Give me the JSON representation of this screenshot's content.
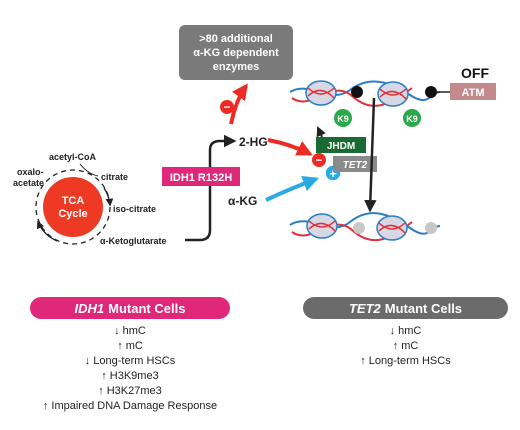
{
  "diagram": {
    "tca": {
      "title_line1": "TCA",
      "title_line2": "Cycle",
      "acetyl_coa": "acetyl-CoA",
      "citrate": "citrate",
      "oxaloacetate_line1": "oxalo-",
      "oxaloacetate_line2": "acetate",
      "isocitrate": "iso-citrate",
      "alpha_kg": "α-Ketoglutarate"
    },
    "idh1_label": "IDH1 R132H",
    "two_hg": "2-HG",
    "alpha_kg_short": "α-KG",
    "enzymes_box": {
      "line1": ">80 additional",
      "line2": "α-KG dependent",
      "line3": "enzymes"
    },
    "jhdm": "JHDM",
    "tet2": "TET2",
    "k9": "K9",
    "off": "OFF",
    "atm": "ATM",
    "minus": "−",
    "plus": "+"
  },
  "panels": {
    "idh1": {
      "header_gene": "IDH1",
      "header_rest": "Mutant Cells",
      "color": "#e0287a",
      "effects": [
        {
          "dir": "down",
          "text": "hmC"
        },
        {
          "dir": "up",
          "text": "mC"
        },
        {
          "dir": "down",
          "text": "Long-term HSCs"
        },
        {
          "dir": "up",
          "text": "H3K9me3"
        },
        {
          "dir": "up",
          "text": "H3K27me3"
        },
        {
          "dir": "up",
          "text": "Impaired DNA Damage Response"
        }
      ]
    },
    "tet2": {
      "header_gene": "TET2",
      "header_rest": "Mutant Cells",
      "color": "#6b6b6b",
      "effects": [
        {
          "dir": "down",
          "text": "hmC"
        },
        {
          "dir": "up",
          "text": "mC"
        },
        {
          "dir": "up",
          "text": "Long-term HSCs"
        }
      ]
    }
  },
  "colors": {
    "tca_red": "#ee3a24",
    "idh1_pink": "#e0287a",
    "arrow_red": "#ee2a24",
    "arrow_blue": "#2aaae2",
    "jhdm_green": "#1a6b33",
    "k9_green": "#2aa84a",
    "atm_mauve": "#c28a8a",
    "enzyme_gray": "#7a7a7a",
    "tet2_gray": "#8a8a8a"
  }
}
